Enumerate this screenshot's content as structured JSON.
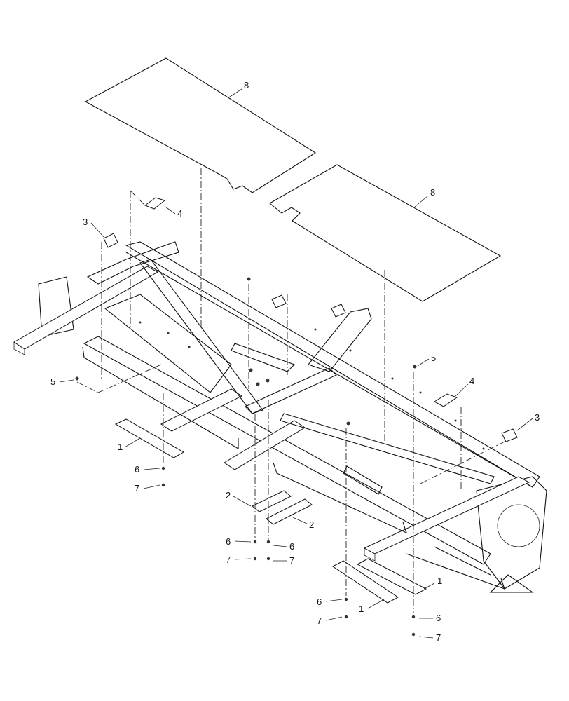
{
  "callouts": [
    {
      "label": "8"
    },
    {
      "label": "8"
    },
    {
      "label": "4"
    },
    {
      "label": "3"
    },
    {
      "label": "5"
    },
    {
      "label": "5"
    },
    {
      "label": "4"
    },
    {
      "label": "3"
    },
    {
      "label": "1"
    },
    {
      "label": "6"
    },
    {
      "label": "7"
    },
    {
      "label": "2"
    },
    {
      "label": "2"
    },
    {
      "label": "6"
    },
    {
      "label": "6"
    },
    {
      "label": "7"
    },
    {
      "label": "7"
    },
    {
      "label": "1"
    },
    {
      "label": "6"
    },
    {
      "label": "1"
    },
    {
      "label": "7"
    },
    {
      "label": "6"
    },
    {
      "label": "7"
    }
  ],
  "colors": {
    "ink": "#111111",
    "background": "#ffffff"
  }
}
